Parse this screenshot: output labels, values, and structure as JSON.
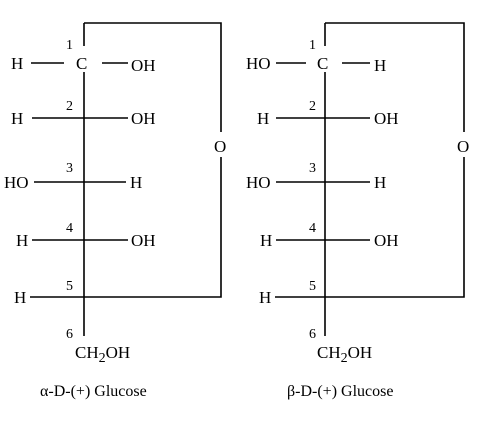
{
  "diagrams": [
    {
      "caption": "α-D-(+) Glucose",
      "ring_oxygen": "O",
      "carbons": [
        {
          "number": "1",
          "left": "H",
          "center": "C",
          "right": "OH"
        },
        {
          "number": "2",
          "left": "H",
          "right": "OH"
        },
        {
          "number": "3",
          "left": "HO",
          "right": "H"
        },
        {
          "number": "4",
          "left": "H",
          "right": "OH"
        },
        {
          "number": "5",
          "left": "H"
        },
        {
          "number": "6",
          "bottom": "CH",
          "sub": "2",
          "bottom_tail": "OH"
        }
      ]
    },
    {
      "caption": "β-D-(+) Glucose",
      "ring_oxygen": "O",
      "carbons": [
        {
          "number": "1",
          "left": "HO",
          "center": "C",
          "right": "H"
        },
        {
          "number": "2",
          "left": "H",
          "right": "OH"
        },
        {
          "number": "3",
          "left": "HO",
          "right": "H"
        },
        {
          "number": "4",
          "left": "H",
          "right": "OH"
        },
        {
          "number": "5",
          "left": "H"
        },
        {
          "number": "6",
          "bottom": "CH",
          "sub": "2",
          "bottom_tail": "OH"
        }
      ]
    }
  ]
}
